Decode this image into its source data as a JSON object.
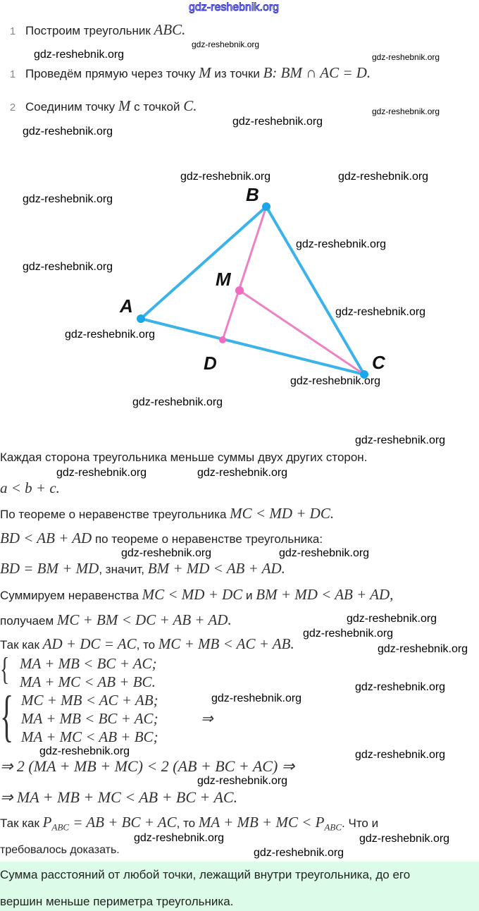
{
  "watermark": "gdz-reshebnik.org",
  "steps": [
    {
      "num": "1",
      "text": "Построим треугольник ",
      "math": "ABC."
    },
    {
      "num": "1",
      "text": "Проведём прямую через точку ",
      "math1": "M",
      "text2": " из точки ",
      "math2": "B: BM ∩ AC = D."
    },
    {
      "num": "2",
      "text": "Соединим точку ",
      "math1": "M",
      "text2": " с точкой ",
      "math2": "C."
    }
  ],
  "diagram": {
    "labels": {
      "A": "A",
      "B": "B",
      "C": "C",
      "M": "M",
      "D": "D"
    },
    "colors": {
      "triangle": "#3bb3ea",
      "cevians": "#f07fc6"
    }
  },
  "proof": {
    "l1": "Каждая сторона треугольника меньше суммы двух других сторон.",
    "l2": "a  <  b + c.",
    "l3a": "По теореме о неравенстве треугольника ",
    "l3m": "MC < MD + DC.",
    "l4m": "BD < AB + AD",
    "l4a": " по теореме о неравенстве треугольника:",
    "l5m1": "BD = BM + MD",
    "l5a": ", значит, ",
    "l5m2": "BM + MD < AB + AD.",
    "l6a": "Суммируем неравенства ",
    "l6m1": "MC < MD + DC",
    "l6b": " и ",
    "l6m2": "BM + MD < AB + AD,",
    "l7a": "получаем ",
    "l7m": "MC + BM < DC + AB + AD.",
    "l8a": "Так как ",
    "l8m1": "AD + DC = AC",
    "l8b": ", то ",
    "l8m2": "MC + MB < AC + AB.",
    "sys1": [
      "MA + MB < BC + AC;",
      "MA + MC < AB + BC."
    ],
    "sys2": [
      "MC + MB < AC + AB;",
      "MA + MB < BC + AC;",
      "MA + MC < AB + BC;"
    ],
    "implies": "⇒",
    "l9": "⇒ 2 (MA + MB + MC) < 2 (AB + BC + AC) ⇒",
    "l10": "⇒ MA + MB + MC < AB + BC + AC.",
    "l11a": "Так как ",
    "l11m1": "P",
    "l11s1": "ABC",
    "l11m2": " = AB + BC + AC",
    "l11b": ", то ",
    "l11m3": "MA + MB + MC < P",
    "l11s2": "ABC",
    "l11c": ". Что и",
    "l12": "требовалось доказать."
  },
  "conclusion": [
    "Сумма расстояний от любой точки, лежащий внутри треугольника, до его",
    "вершин меньше периметра треугольника."
  ]
}
